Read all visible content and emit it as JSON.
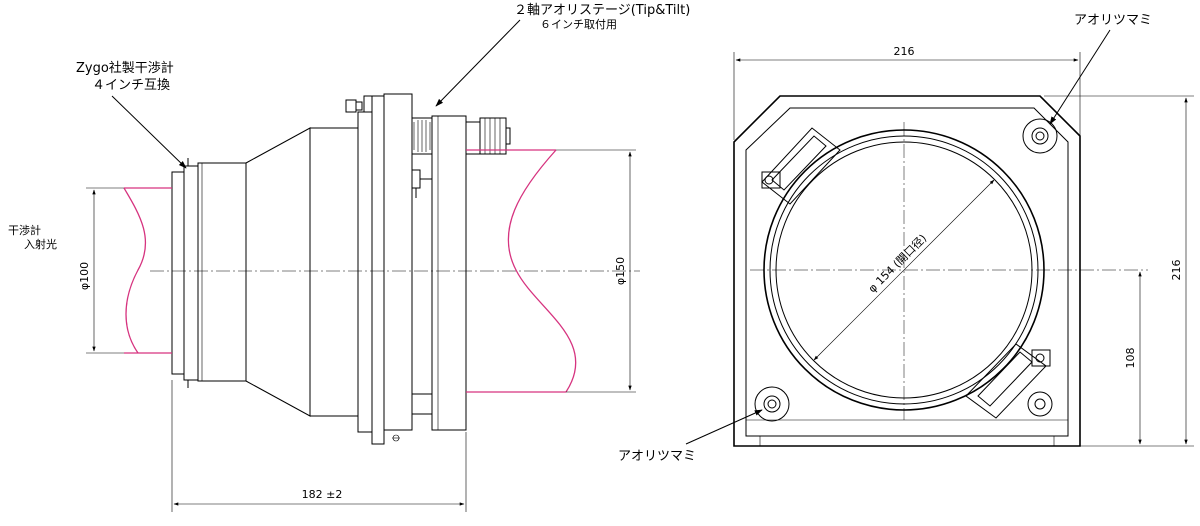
{
  "side_view": {
    "label_stage_line1": "２軸アオリステージ(Tip&Tilt)",
    "label_stage_line2": "６インチ取付用",
    "label_zygo_line1": "Zygo社製干渉計",
    "label_zygo_line2": "４インチ互換",
    "label_input_line1": "干渉計",
    "label_input_line2": "入射光",
    "dim_phi100": "φ100",
    "dim_phi150": "φ150",
    "dim_length": "182 ±2"
  },
  "front_view": {
    "dim_width": "216",
    "dim_height": "216",
    "dim_center_height": "108",
    "aperture_label": "φ 154 (開口径)",
    "label_knob_top": "アオリツマミ",
    "label_knob_bottom": "アオリツマミ"
  },
  "colors": {
    "beam": "#d6337f",
    "line": "#000000"
  }
}
